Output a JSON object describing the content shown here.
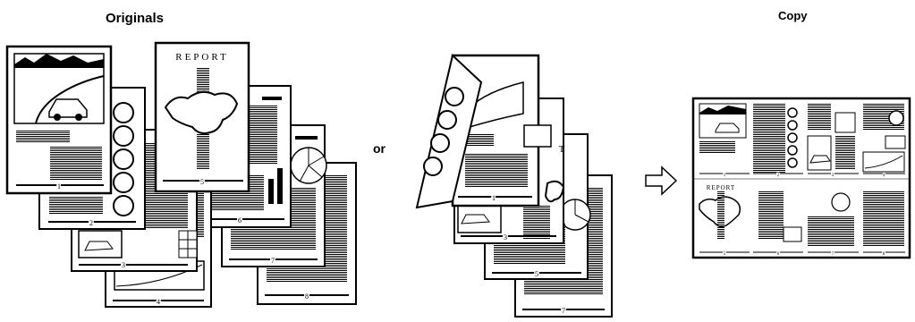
{
  "headings": {
    "originals": "Originals",
    "copy": "Copy",
    "or": "or"
  },
  "stack1": {
    "page_numbers": [
      "1",
      "2",
      "3",
      "4",
      "5",
      "6",
      "7",
      "8"
    ],
    "report_title": "REPORT"
  },
  "stack2": {
    "page_numbers": [
      "1",
      "3",
      "5",
      "7"
    ],
    "report_title_fragment": "T"
  },
  "copy_sheet": {
    "report_title": "REPORT",
    "page_numbers": [
      "1",
      "2",
      "3",
      "4",
      "5",
      "6",
      "7",
      "8"
    ]
  },
  "arrow": {
    "icon": "hollow-right-arrow-icon"
  }
}
